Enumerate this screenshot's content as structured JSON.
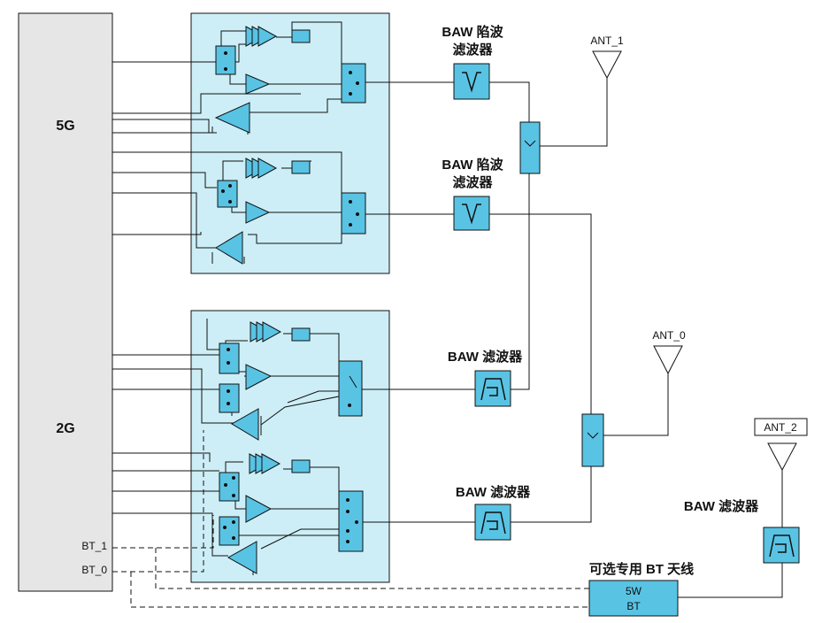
{
  "chip": {
    "label_5g": "5G",
    "label_2g": "2G",
    "pin_bt1": "BT_1",
    "pin_bt0": "BT_0"
  },
  "filters": {
    "notch_top": [
      "BAW 陷波",
      "滤波器"
    ],
    "notch_mid": [
      "BAW 陷波",
      "滤波器"
    ],
    "baw_2g_top": "BAW 滤波器",
    "baw_2g_bot": "BAW 滤波器",
    "baw_bt": "BAW 滤波器"
  },
  "antennas": {
    "ant1": "ANT_1",
    "ant0": "ANT_0",
    "ant2": "ANT_2"
  },
  "bt_module": {
    "caption": "可选专用 BT 天线",
    "line1": "5W",
    "line2": "BT"
  },
  "colors": {
    "module_fill": "#cdeef6",
    "block_fill": "#59c3e4",
    "stroke": "#111111"
  }
}
